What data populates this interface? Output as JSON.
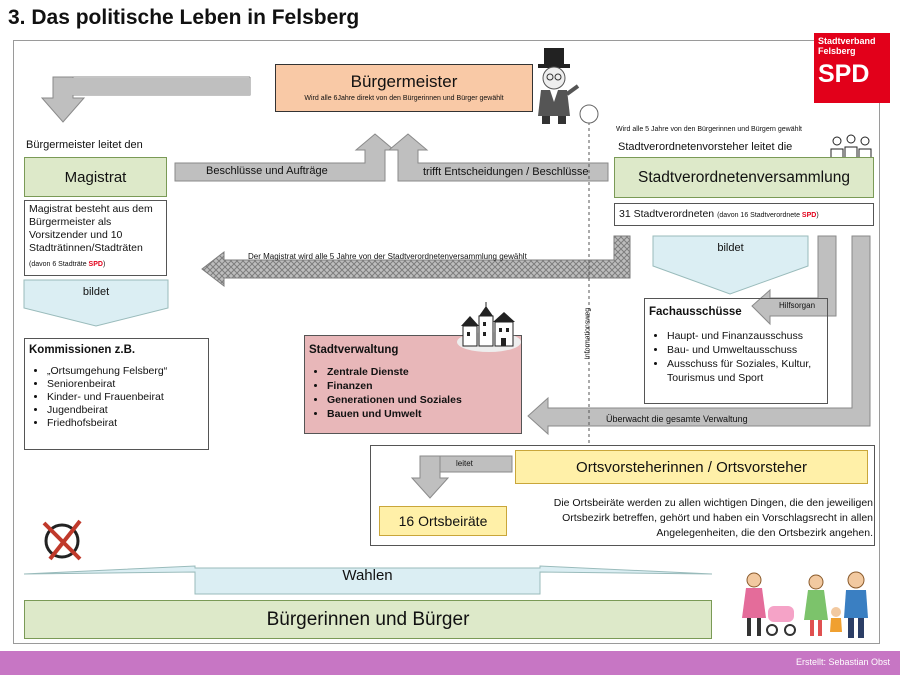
{
  "title": "3. Das politische Leben in Felsberg",
  "logo": {
    "line1": "Stadtverband",
    "line2": "Felsberg",
    "brand": "SPD",
    "color": "#e2001a"
  },
  "buergermeister": {
    "title": "Bürgermeister",
    "subtitle": "Wird alle 6Jahre direkt von den Bürgerinnen und Bürger gewählt"
  },
  "magistrat": {
    "lead": "Bürgermeister leitet den",
    "title": "Magistrat",
    "desc": "Magistrat besteht aus dem Bürgermeister als Vorsitzender und 10 Stadträtinnen/Stadträten",
    "note": "(davon 6 Stadträte ",
    "note_party": "SPD",
    "note_end": ")",
    "bildet": "bildet"
  },
  "arrows": {
    "beschluesse": "Beschlüsse und Aufträge",
    "trifft": "trifft Entscheidungen / Beschlüsse",
    "magistrat_gewaehlt": "Der Magistrat wird alle 5 Jahre von der Stadtverordnetenversammlung gewählt",
    "informationsweg": "Informationsweg",
    "hilfsorgan": "Hilfsorgan",
    "ueberwacht": "Überwacht die gesamte Verwaltung",
    "leitet": "leitet"
  },
  "svv": {
    "elected": "Wird alle 5 Jahre von den Bürgerinnen und Bürgern gewählt",
    "lead": "Stadtverordnetenvorsteher leitet die",
    "title": "Stadtverordnetenversammlung",
    "count": "31 Stadtverordneten",
    "count_note": "(davon 16 Stadtverordnete ",
    "count_party": "SPD",
    "count_end": ")",
    "bildet": "bildet"
  },
  "fachausschuesse": {
    "title": "Fachausschüsse",
    "items": [
      "Haupt- und Finanzausschuss",
      "Bau- und Umweltausschuss",
      "Ausschuss für Soziales, Kultur, Tourismus und Sport"
    ]
  },
  "kommissionen": {
    "title": "Kommissionen z.B.",
    "items": [
      "„Ortsumgehung Felsberg“",
      "Seniorenbeirat",
      "Kinder- und Frauenbeirat",
      "Jugendbeirat",
      "Friedhofsbeirat"
    ]
  },
  "stadtverwaltung": {
    "title": "Stadtverwaltung",
    "items": [
      "Zentrale Dienste",
      "Finanzen",
      "Generationen und Soziales",
      "Bauen und Umwelt"
    ]
  },
  "ortsvorsteher": {
    "title": "Ortsvorsteherinnen / Ortsvorsteher",
    "beiraete": "16 Ortsbeiräte",
    "desc": "Die Ortsbeiräte werden zu allen wichtigen Dingen, die den jeweiligen Ortsbezirk betreffen, gehört und haben ein Vorschlagsrecht in allen Angelegenheiten, die den Ortsbezirk angehen."
  },
  "wahlen": "Wahlen",
  "buerger": "Bürgerinnen und Bürger",
  "footer": "Erstellt: Sebastian Obst",
  "icons": [
    "ballot-cross-icon",
    "mayor-figure-icon",
    "town-buildings-icon",
    "people-group-icon",
    "family-icon"
  ]
}
